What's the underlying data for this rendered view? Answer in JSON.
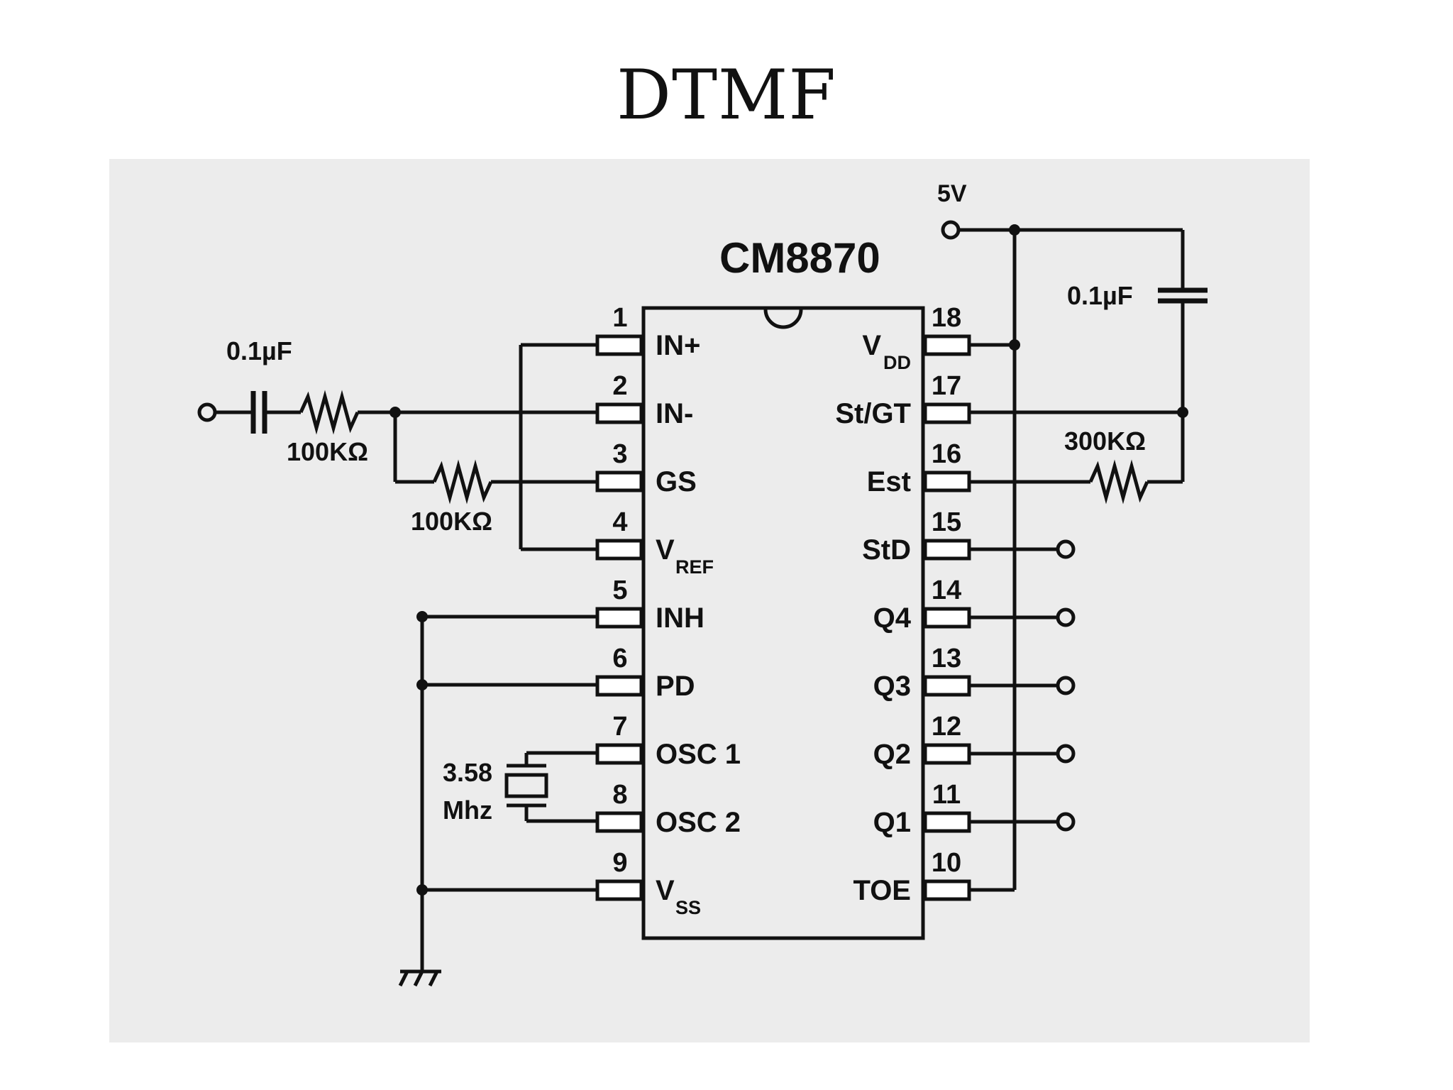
{
  "slide": {
    "title": "DTMF"
  },
  "chip": {
    "name": "CM8870",
    "left_pins": [
      {
        "num": "1",
        "label": "IN+",
        "sub": ""
      },
      {
        "num": "2",
        "label": "IN-",
        "sub": ""
      },
      {
        "num": "3",
        "label": "GS",
        "sub": ""
      },
      {
        "num": "4",
        "label": "V",
        "sub": "REF"
      },
      {
        "num": "5",
        "label": "INH",
        "sub": ""
      },
      {
        "num": "6",
        "label": "PD",
        "sub": ""
      },
      {
        "num": "7",
        "label": "OSC 1",
        "sub": ""
      },
      {
        "num": "8",
        "label": "OSC 2",
        "sub": ""
      },
      {
        "num": "9",
        "label": "V",
        "sub": "SS"
      }
    ],
    "right_pins": [
      {
        "num": "18",
        "label": "V",
        "sub": "DD"
      },
      {
        "num": "17",
        "label": "St/GT",
        "sub": ""
      },
      {
        "num": "16",
        "label": "Est",
        "sub": ""
      },
      {
        "num": "15",
        "label": "StD",
        "sub": ""
      },
      {
        "num": "14",
        "label": "Q4",
        "sub": ""
      },
      {
        "num": "13",
        "label": "Q3",
        "sub": ""
      },
      {
        "num": "12",
        "label": "Q2",
        "sub": ""
      },
      {
        "num": "11",
        "label": "Q1",
        "sub": ""
      },
      {
        "num": "10",
        "label": "TOE",
        "sub": ""
      }
    ]
  },
  "components": {
    "input_cap": "0.1µF",
    "input_res": "100KΩ",
    "feedback_res": "100KΩ",
    "supply": "5V",
    "supply_cap": "0.1µF",
    "stgt_res": "300KΩ",
    "crystal_line1": "3.58",
    "crystal_line2": "Mhz"
  }
}
